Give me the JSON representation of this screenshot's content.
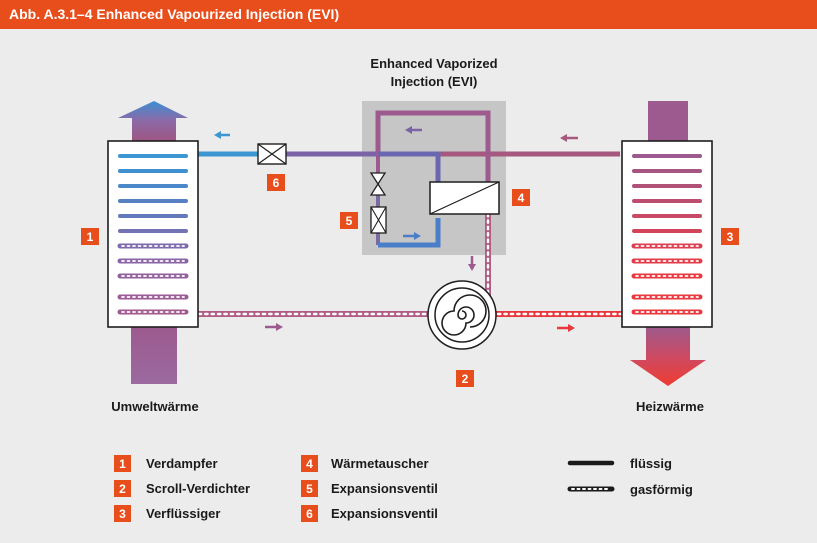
{
  "header": {
    "title": "Abb. A.3.1–4   Enhanced Vapourized Injection (EVI)"
  },
  "evi": {
    "title_line1": "Enhanced Vaporized",
    "title_line2": "Injection (EVI)"
  },
  "components": {
    "evaporator": {
      "number": "1"
    },
    "compressor": {
      "number": "2"
    },
    "condenser": {
      "number": "3"
    },
    "heat_exchanger": {
      "number": "4"
    },
    "expansion_valve_evi": {
      "number": "5"
    },
    "expansion_valve_main": {
      "number": "6"
    }
  },
  "labels": {
    "left": "Umweltwärme",
    "right": "Heizwärme"
  },
  "legend": {
    "items": [
      {
        "number": "1",
        "label": "Verdampfer"
      },
      {
        "number": "2",
        "label": "Scroll-Verdichter"
      },
      {
        "number": "3",
        "label": "Verflüssiger"
      },
      {
        "number": "4",
        "label": "Wärmetauscher"
      },
      {
        "number": "5",
        "label": "Expansionsventil"
      },
      {
        "number": "6",
        "label": "Expansionsventil"
      }
    ],
    "line_types": [
      {
        "label": "flüssig"
      },
      {
        "label": "gasförmig"
      }
    ]
  },
  "colors": {
    "accent": "#e84e1b",
    "panel": "#ececec",
    "evi_box": "#c6c6c6",
    "blue": "#3b96d2",
    "purple": "#9c5a8e",
    "red": "#e8383d"
  }
}
